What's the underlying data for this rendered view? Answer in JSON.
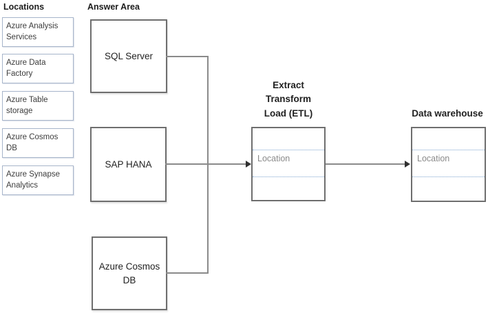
{
  "locations_panel": {
    "title": "Locations",
    "items": [
      {
        "label": "Azure Analysis Services"
      },
      {
        "label": "Azure Data Factory"
      },
      {
        "label": "Azure Table storage"
      },
      {
        "label": "Azure Cosmos DB"
      },
      {
        "label": "Azure Synapse Analytics"
      }
    ]
  },
  "answer_area": {
    "title": "Answer Area",
    "sources": [
      {
        "label": "SQL Server"
      },
      {
        "label": "SAP HANA"
      },
      {
        "label": "Azure Cosmos DB"
      }
    ],
    "etl": {
      "title_lines": [
        "Extract",
        "Transform",
        "Load (ETL)"
      ],
      "drop_zone_placeholder": "Location"
    },
    "data_warehouse": {
      "title": "Data warehouse",
      "drop_zone_placeholder": "Location"
    }
  },
  "diagram": {
    "connections": [
      {
        "from": "SQL Server",
        "to": "Extract Transform Load (ETL)"
      },
      {
        "from": "SAP HANA",
        "to": "Extract Transform Load (ETL)"
      },
      {
        "from": "Azure Cosmos DB",
        "to": "Extract Transform Load (ETL)"
      },
      {
        "from": "Extract Transform Load (ETL)",
        "to": "Data warehouse"
      }
    ]
  },
  "colors": {
    "background": "#ffffff",
    "location_box_border": "#a6b4ca",
    "answer_box_border": "#6e6e6e",
    "connector_line": "#8a8a8a",
    "arrowhead": "#2f2f2f",
    "drop_zone_dotted": "#7ba3cf",
    "placeholder_text": "#8a8a8a",
    "text": "#1f1f1f"
  }
}
